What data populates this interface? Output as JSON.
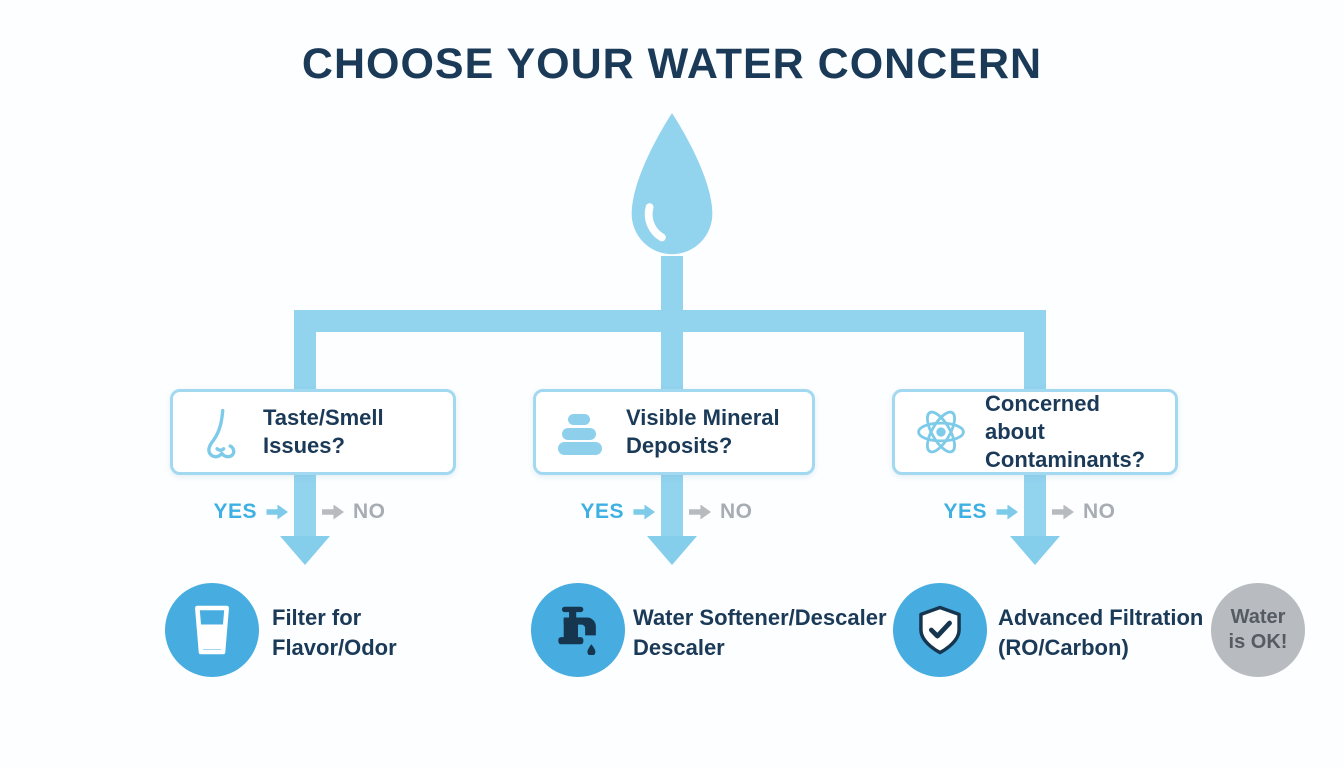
{
  "title": "CHOOSE YOUR WATER CONCERN",
  "root": {
    "icon": "water-drop-icon"
  },
  "branches": [
    {
      "question": {
        "line1": "Taste/Smell",
        "line2": "Issues?",
        "icon": "nose-icon"
      },
      "yes_label": "YES",
      "no_label": "NO",
      "result": {
        "line1": "Filter for",
        "line2": "Flavor/Odor",
        "icon": "water-glass-icon"
      }
    },
    {
      "question": {
        "line1": "Visible Mineral",
        "line2": "Deposits?",
        "icon": "mineral-deposits-icon"
      },
      "yes_label": "YES",
      "no_label": "NO",
      "result": {
        "line1": "Water Softener/Descaler",
        "line2": "Descaler",
        "icon": "faucet-icon"
      }
    },
    {
      "question": {
        "line1": "Concerned about",
        "line2": "Contaminants?",
        "icon": "atom-icon"
      },
      "yes_label": "YES",
      "no_label": "NO",
      "result": {
        "line1": "Advanced Filtration",
        "line2": "(RO/Carbon)",
        "icon": "shield-check-icon"
      }
    }
  ],
  "no_outcome": {
    "line1": "Water",
    "line2": "is OK!"
  },
  "colors": {
    "navy": "#1b3a58",
    "light_blue": "#92d3ee",
    "box_border": "#a3d9f0",
    "yes_blue": "#3fb0e3",
    "no_gray": "#a8adb3",
    "result_blue": "#47ade0",
    "gray_circle": "#b8bcc0"
  }
}
